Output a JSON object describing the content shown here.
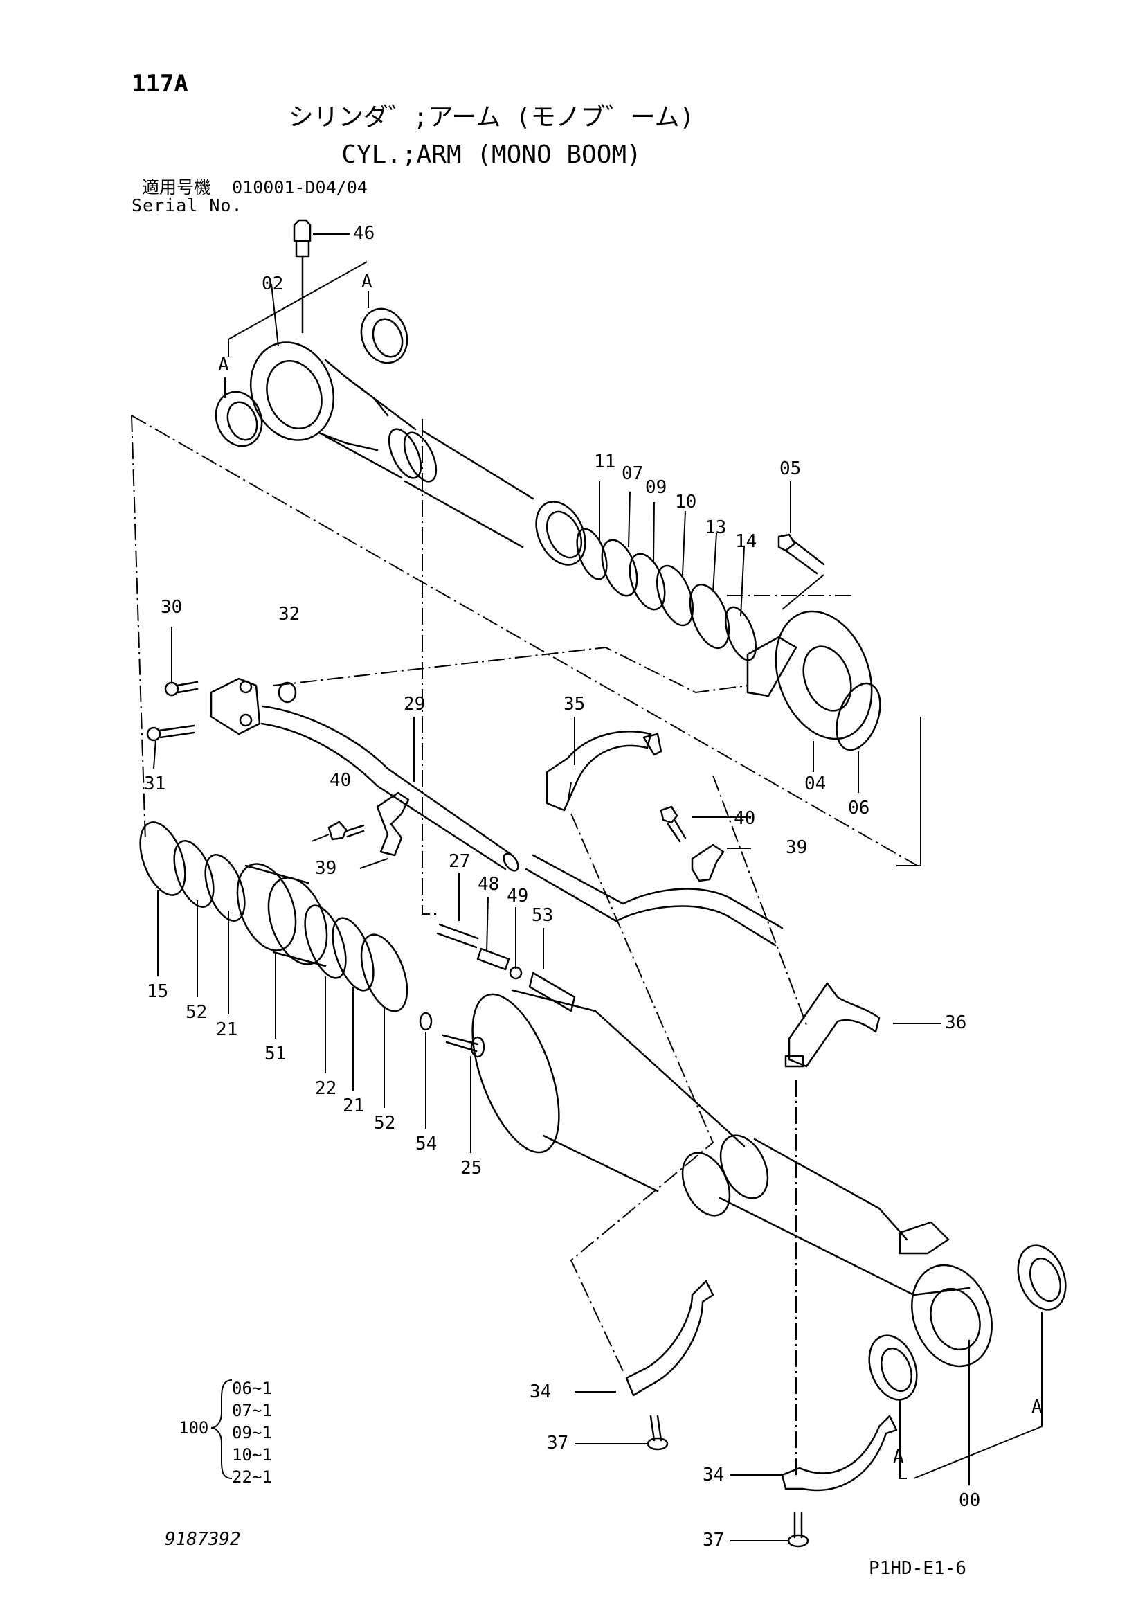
{
  "header": {
    "page_number": "117A",
    "title_jp": "シリンダ゛;アーム (モノブ゛ーム)",
    "title_en": "CYL.;ARM (MONO BOOM)",
    "serial_label_jp": "適用号機",
    "serial_range": "010001-D04/04",
    "serial_label_en": "Serial No."
  },
  "callouts": {
    "c00": "00",
    "c02": "02",
    "c04": "04",
    "c05": "05",
    "c06": "06",
    "c07": "07",
    "c09": "09",
    "c10": "10",
    "c11": "11",
    "c13": "13",
    "c14": "14",
    "c15": "15",
    "c21a": "21",
    "c21b": "21",
    "c22": "22",
    "c25": "25",
    "c27": "27",
    "c29": "29",
    "c30": "30",
    "c31": "31",
    "c32": "32",
    "c34a": "34",
    "c34b": "34",
    "c35": "35",
    "c36": "36",
    "c37a": "37",
    "c37b": "37",
    "c39a": "39",
    "c39b": "39",
    "c40a": "40",
    "c40b": "40",
    "c46": "46",
    "c48": "48",
    "c49": "49",
    "c51": "51",
    "c52a": "52",
    "c52b": "52",
    "c53": "53",
    "c54": "54",
    "a1": "A",
    "a2": "A",
    "a3": "A",
    "a4": "A"
  },
  "kit": {
    "number": "100",
    "items": [
      "06~1",
      "07~1",
      "09~1",
      "10~1",
      "22~1"
    ]
  },
  "footer": {
    "document_number": "9187392",
    "reference_code": "P1HD-E1-6"
  }
}
